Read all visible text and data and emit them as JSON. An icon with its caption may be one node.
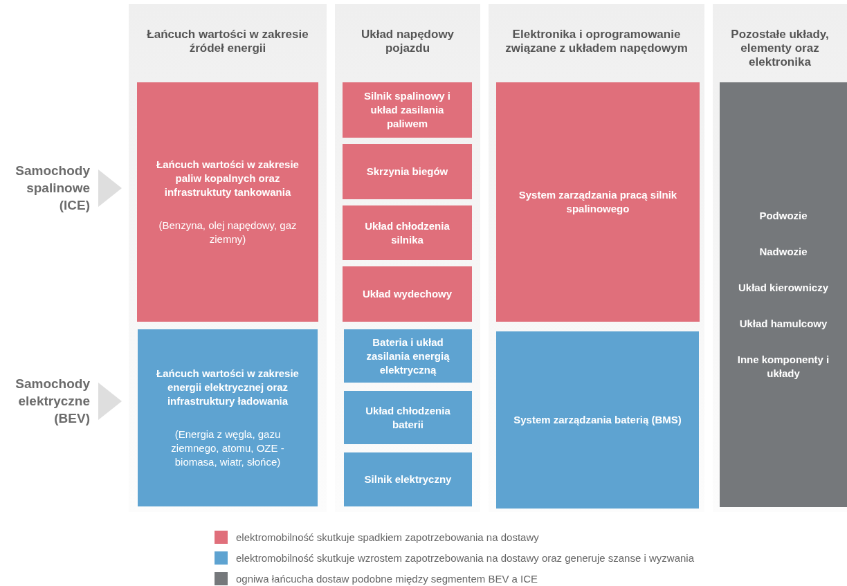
{
  "diagram": {
    "nodes": [
      {
        "text": [
          "Łańcuch wartości w zakresie źródeł energii"
        ]
      },
      {
        "text": [
          "Łańcuch wartości w zakresie paliw kopalnych oraz infrastruktuty tankowania",
          "(Benzyna, olej napędowy, gaz ziemny)"
        ],
        "in": 0
      },
      {
        "text": [
          "Łańcuch wartości w zakresie energii elektrycznej oraz infrastruktury ładowania",
          "(Energia z węgla, gazu ziemnego, atomu, OZE - biomasa, wiatr, słońce)"
        ],
        "in": 0
      },
      {
        "text": [
          "Układ napędowy pojazdu"
        ]
      },
      {
        "text": [
          "Silnik spalinowy i układ zasilania paliwem"
        ],
        "in": 3
      },
      {
        "text": [
          "Skrzynia biegów"
        ],
        "in": 3
      },
      {
        "text": [
          "Układ chłodzenia silnika"
        ],
        "in": 3
      },
      {
        "text": [
          "Układ wydechowy"
        ],
        "in": 3
      },
      {
        "text": [
          "Bateria i układ zasilania energią elektryczną"
        ],
        "in": 3
      },
      {
        "text": [
          "Układ chłodzenia baterii"
        ],
        "in": 3
      },
      {
        "text": [
          "Silnik elektryczny"
        ],
        "in": 3
      },
      {
        "text": [
          "Elektronika i oprogramowanie związane z układem napędowym"
        ]
      },
      {
        "text": [
          "System zarządzania pracą silnik spalinowego"
        ],
        "in": 11
      },
      {
        "text": [
          "System zarządzania baterią (BMS)"
        ],
        "in": 11
      },
      {
        "text": [
          "Pozostałe układy, elementy oraz elektronika"
        ]
      },
      {
        "text": [
          "Podwozie",
          "Nadwozie",
          "Układ kierowniczy",
          "Układ hamulcowy",
          "Inne komponenty i układy"
        ],
        "in": 14
      }
    ],
    "edges": [],
    "labels": [
      "Samochody spalinowe (ICE)",
      "Samochody elektryczne (BEV)"
    ],
    "legend": [
      {
        "text": "elektromobilność skutkuje spadkiem zapotrzebowania na dostawy",
        "color": "#e06f7b"
      },
      {
        "text": "elektromobilność skutkuje wzrostem zapotrzebowania na dostawy oraz generuje szanse i wyzwania",
        "color": "#5ea3d1"
      },
      {
        "text": "ogniwa łańcucha dostaw podobne między segmentem BEV a ICE",
        "color": "#75787b"
      }
    ]
  }
}
